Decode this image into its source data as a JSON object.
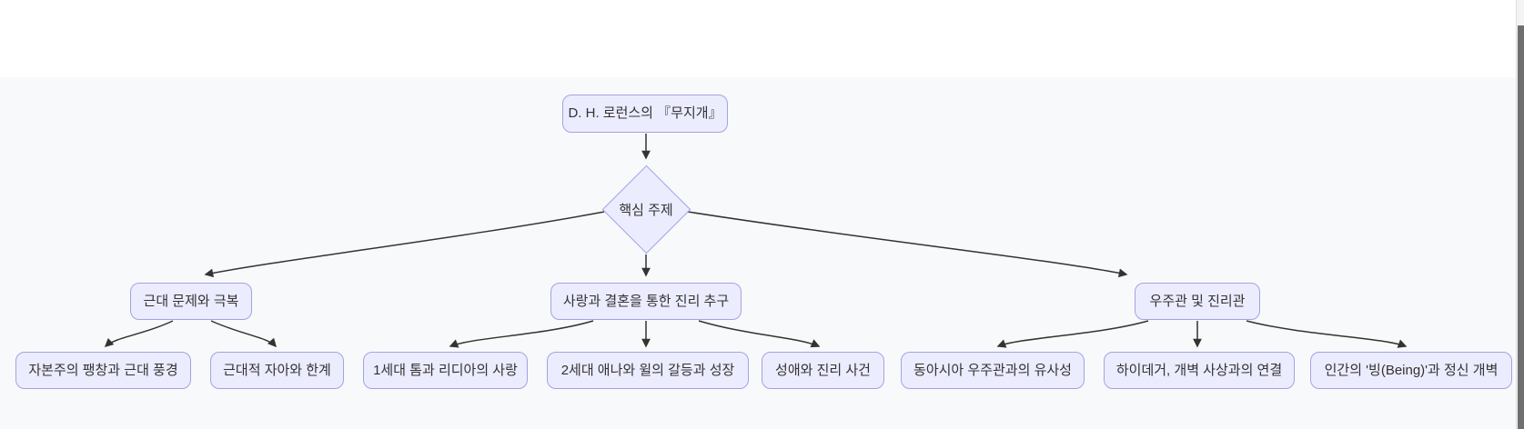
{
  "diagram": {
    "type": "flowchart",
    "root": {
      "label": "D. H. 로런스의 『무지개』"
    },
    "decision": {
      "label": "핵심 주제"
    },
    "branches": [
      {
        "label": "근대 문제와 극복",
        "children": [
          "자본주의 팽창과 근대 풍경",
          "근대적 자아와 한계"
        ]
      },
      {
        "label": "사랑과 결혼을 통한 진리 추구",
        "children": [
          "1세대 톰과 리디아의 사랑",
          "2세대 애나와 윌의 갈등과 성장",
          "성애와 진리 사건"
        ]
      },
      {
        "label": "우주관 및 진리관",
        "children": [
          "동아시아 우주관과의 유사성",
          "하이데거, 개벽 사상과의 연결",
          "인간의 '빙(Being)'과 정신 개벽"
        ]
      }
    ],
    "edges": [
      [
        "root",
        "decision"
      ],
      [
        "decision",
        "branch-0"
      ],
      [
        "decision",
        "branch-1"
      ],
      [
        "decision",
        "branch-2"
      ],
      [
        "branch-0",
        "child-0-0"
      ],
      [
        "branch-0",
        "child-0-1"
      ],
      [
        "branch-1",
        "child-1-0"
      ],
      [
        "branch-1",
        "child-1-1"
      ],
      [
        "branch-1",
        "child-1-2"
      ],
      [
        "branch-2",
        "child-2-0"
      ],
      [
        "branch-2",
        "child-2-1"
      ],
      [
        "branch-2",
        "child-2-2"
      ]
    ],
    "colors": {
      "node_fill": "#ECECFF",
      "node_border": "#A3A3E0",
      "node_text": "#333333",
      "edge": "#333333",
      "canvas_background": "#F8F9FB",
      "page_background": "#FFFFFF",
      "scrollbar_thumb": "#6F6F6F"
    }
  }
}
